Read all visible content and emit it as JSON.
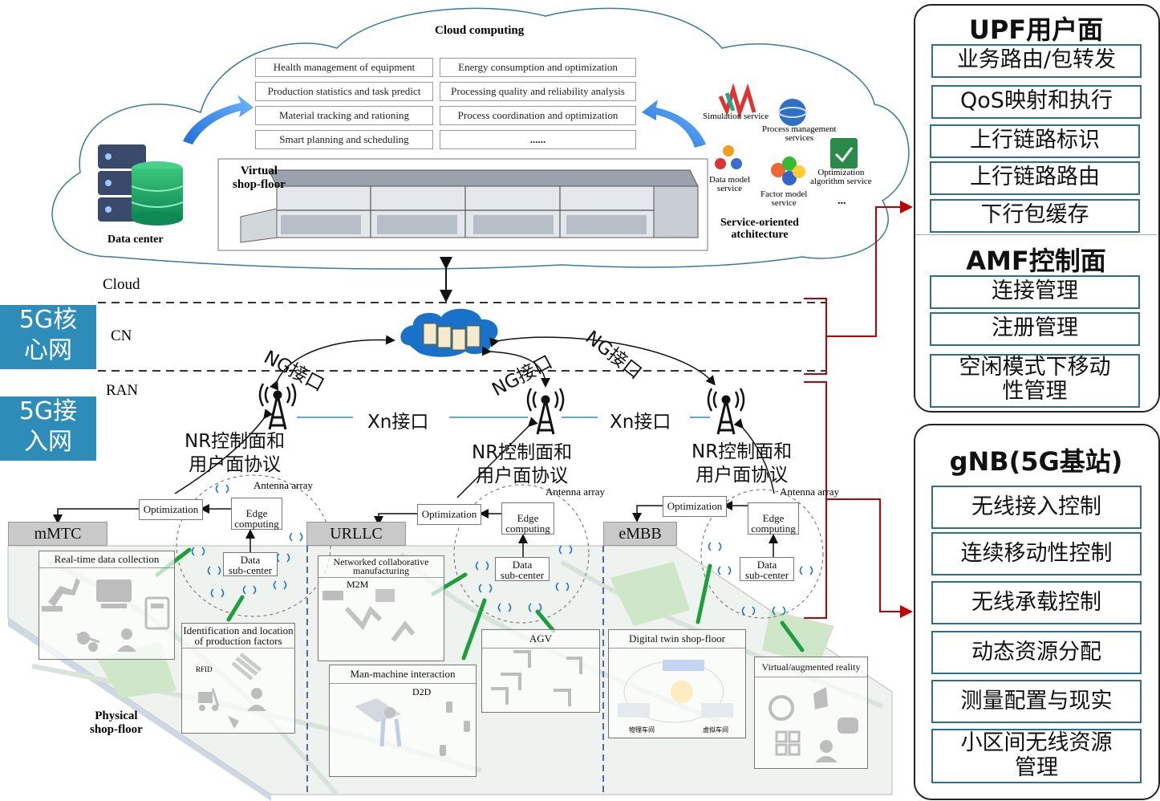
{
  "cloud": {
    "title": "Cloud computing",
    "services_left": [
      "Health management of equipment",
      "Production statistics and task predict",
      "Material tracking and rationing",
      "Smart planning and scheduling"
    ],
    "services_right": [
      "Energy consumption and optimization",
      "Processing quality and reliability analysis",
      "Process coordination and optimization",
      "......"
    ],
    "data_center": "Data center",
    "virtual_floor": "Virtual\nshop-floor",
    "soa_items": {
      "simulation": "Simulation service",
      "process": "Process management\nservices",
      "data_model": "Data model\nservice",
      "optimization": "Optimization\nalgorithm service",
      "factor_model": "Factor model\nservice",
      "more": "..."
    },
    "soa_title": "Service-oriented\natchitecture"
  },
  "layers": {
    "cloud": "Cloud",
    "cn": "CN",
    "ran": "RAN"
  },
  "tags": {
    "core": "5G核\n心网",
    "access": "5G接\n入网"
  },
  "interfaces": {
    "ng_left": "NG接口",
    "ng_mid": "NG接口",
    "ng_right": "NG接口",
    "xn_left": "Xn接口",
    "xn_right": "Xn接口"
  },
  "nr_labels": {
    "left": "NR控制面和\n用户面协议",
    "mid": "NR控制面和\n用户面协议",
    "right": "NR控制面和\n用户面协议"
  },
  "edge": {
    "antenna": "Antenna array",
    "optimization": "Optimization",
    "edge_computing": "Edge\ncomputing",
    "data_sub": "Data\nsub-center"
  },
  "segments": {
    "mmtc": "mMTC",
    "urllc": "URLLC",
    "embb": "eMBB"
  },
  "floor": {
    "realtime": "Real-time data collection",
    "identification": "Identification and location\nof production factors",
    "rfid": "RFID",
    "networked": "Networked collaborative\nmanufacturing",
    "m2m": "M2M",
    "man_machine": "Man-machine interaction",
    "d2d": "D2D",
    "agv": "AGV",
    "digital_twin": "Digital twin shop-floor",
    "vr": "Virtual/augmented reality",
    "physical": "Physical\nshop-floor",
    "twin_sub_left": "物理车间",
    "twin_sub_right": "虚拟车间"
  },
  "upf_panel": {
    "title": "UPF用户面",
    "items": [
      "业务路由/包转发",
      "QoS映射和执行",
      "上行链路标识",
      "上行链路路由",
      "下行包缓存"
    ],
    "amf_title": "AMF控制面",
    "amf_items": [
      "连接管理",
      "注册管理",
      "空闲模式下移动\n性管理"
    ]
  },
  "gnb_panel": {
    "title": "gNB(5G基站)",
    "items": [
      "无线接入控制",
      "连续移动性控制",
      "无线承载控制",
      "动态资源分配",
      "测量配置与现实",
      "小区间无线资源\n管理"
    ]
  },
  "colors": {
    "accent_blue": "#2e8db8",
    "box_border": "#2e6f8e",
    "bracket_red": "#c00000",
    "green_link": "#1e9e3c"
  }
}
